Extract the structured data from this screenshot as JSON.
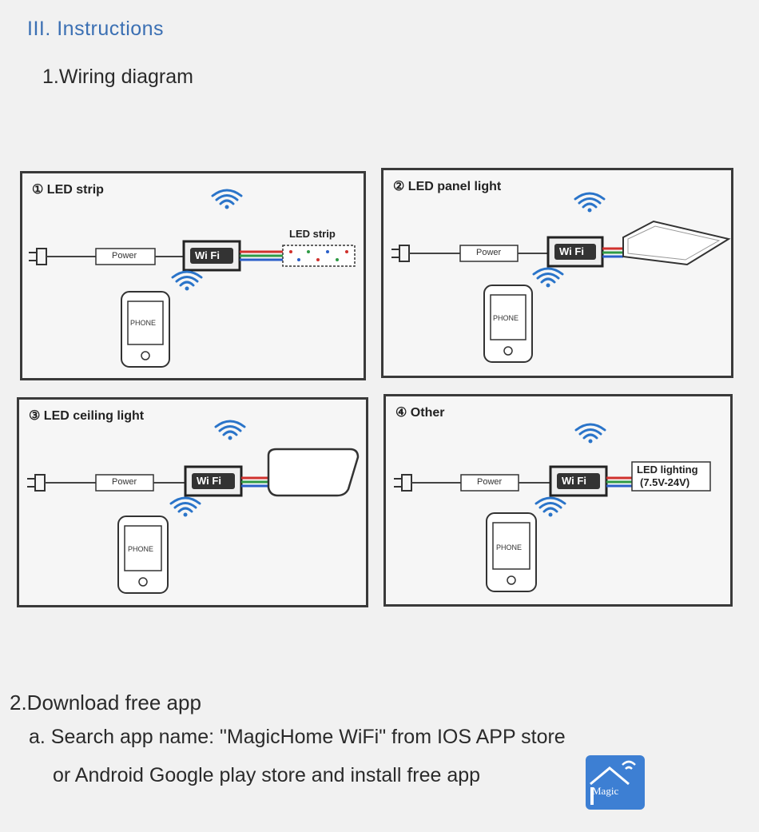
{
  "heading": {
    "section": "III. Instructions",
    "wiring": "1.Wiring diagram"
  },
  "panels": [
    {
      "label": "① LED strip",
      "device_label": "LED strip"
    },
    {
      "label": "② LED panel light"
    },
    {
      "label": "③ LED ceiling light"
    },
    {
      "label": "④ Other",
      "device_label_line1": "LED lighting",
      "device_label_line2": "(7.5V-24V)"
    }
  ],
  "common": {
    "power": "Power",
    "phone": "PHONE",
    "wifi_logo": "Wi Fi"
  },
  "download": {
    "title": "2.Download free app",
    "line_a": "a. Search app name: \"MagicHome WiFi\" from IOS APP store",
    "line_b": "or Android Google play store and install free app",
    "app_icon_text": "Magic"
  },
  "colors": {
    "heading_blue": "#3a6fb3",
    "wifi_blue": "#2a74c9",
    "wire_red": "#d0312d",
    "wire_green": "#2e9a45",
    "wire_blue": "#2a5fc9"
  },
  "icons": [
    "wifi-signal-icon",
    "plug-icon",
    "phone-icon",
    "wifi-controller-icon",
    "app-icon"
  ]
}
